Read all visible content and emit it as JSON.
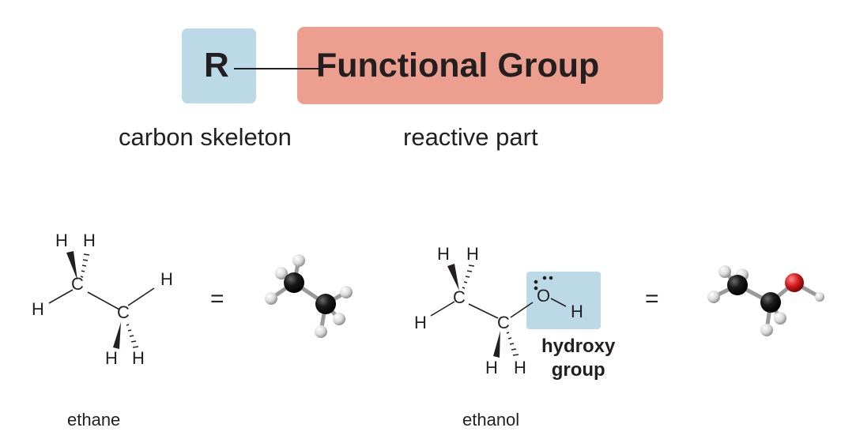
{
  "general_formula": {
    "r_label": "R",
    "functional_group_label": "Functional Group",
    "r_caption": "carbon skeleton",
    "fg_caption": "reactive part"
  },
  "ethane": {
    "name": "ethane",
    "atoms": {
      "C": "C",
      "H": "H"
    },
    "equals": "="
  },
  "ethanol": {
    "name": "ethanol",
    "atoms": {
      "C": "C",
      "H": "H",
      "O": "O"
    },
    "equals": "=",
    "group_label_line1": "hydroxy",
    "group_label_line2": "group"
  },
  "colors": {
    "r_box": "#bcd9e8",
    "functional_group_box": "#ec9e8f",
    "hydroxy_box": "#bcd9e8",
    "carbon_ball": "#1a1a1a",
    "hydrogen_ball": "#e6e6e6",
    "oxygen_ball": "#d42020",
    "text": "#231f20"
  }
}
